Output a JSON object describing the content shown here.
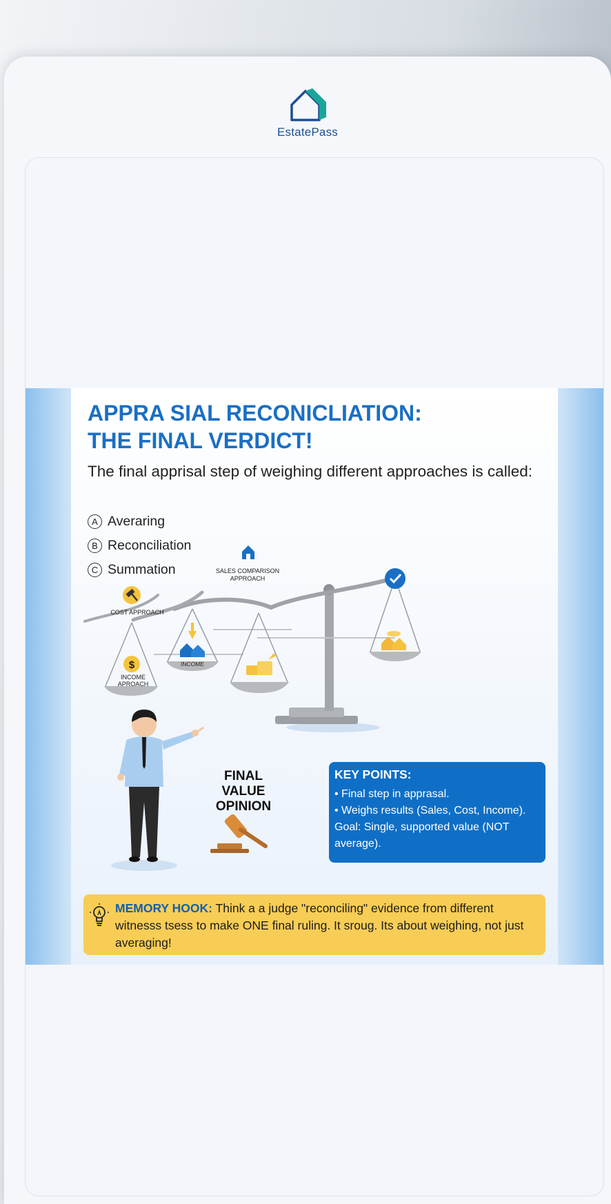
{
  "brand": {
    "name": "EstatePass"
  },
  "infographic": {
    "headline_line1": "APPRA SIAL RECONICLIATION:",
    "headline_line2": "THE FINAL VERDICT!",
    "question": "The final apprisal step of weighing different approaches is called:",
    "options": [
      {
        "letter": "A",
        "text": "Averaring"
      },
      {
        "letter": "B",
        "text": "Reconciliation"
      },
      {
        "letter": "C",
        "text": "Summation"
      }
    ],
    "scale_labels": {
      "sales_comparison_line1": "SALES COMPARISON",
      "sales_comparison_line2": "APPROACH",
      "cost_approach": "COST APPROACH",
      "income": "INCOME",
      "income_approach_line1": "INCOME",
      "income_approach_line2": "APROACH",
      "dollar": "$"
    },
    "final_value": {
      "line1": "FINAL",
      "line2": "VALUE",
      "line3": "OPINION"
    },
    "key_points": {
      "title": "KEY POINTS:",
      "line1": "• Final step in apprasal.",
      "line2": "• Weighs results (Sales, Cost, Income).",
      "line3": "Goal: Single, supported value (NOT",
      "line4": "average)."
    },
    "memory_hook": {
      "label": "MEMORY HOOK:",
      "line1": "Think a a judge \"reconciling\" evidence from different",
      "line2": "witnesss tsess to make ONE final ruling. It sroug. Its about weighing, not just",
      "line3": "averaging!"
    }
  },
  "colors": {
    "accent_blue": "#1a6fc4",
    "key_points_bg": "#0f6fc6",
    "memory_bg": "#f8cd55",
    "brand_teal": "#1aa59a"
  }
}
